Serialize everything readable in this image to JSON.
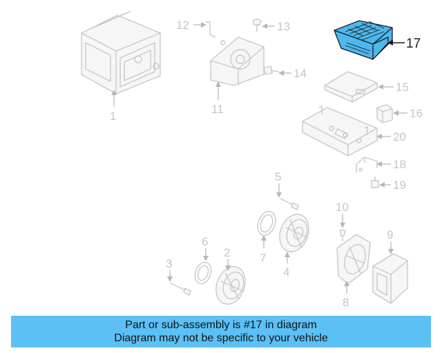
{
  "diagram": {
    "callouts": [
      {
        "id": "c1",
        "label": "1"
      },
      {
        "id": "c2",
        "label": "2"
      },
      {
        "id": "c3",
        "label": "3"
      },
      {
        "id": "c4",
        "label": "4"
      },
      {
        "id": "c5",
        "label": "5"
      },
      {
        "id": "c6",
        "label": "6"
      },
      {
        "id": "c7",
        "label": "7"
      },
      {
        "id": "c8",
        "label": "8"
      },
      {
        "id": "c9",
        "label": "9"
      },
      {
        "id": "c10",
        "label": "10"
      },
      {
        "id": "c11",
        "label": "11"
      },
      {
        "id": "c12",
        "label": "12"
      },
      {
        "id": "c13",
        "label": "13"
      },
      {
        "id": "c14",
        "label": "14"
      },
      {
        "id": "c15",
        "label": "15"
      },
      {
        "id": "c16",
        "label": "16"
      },
      {
        "id": "c17",
        "label": "17"
      },
      {
        "id": "c18",
        "label": "18"
      },
      {
        "id": "c19",
        "label": "19"
      },
      {
        "id": "c20",
        "label": "20"
      }
    ],
    "highlighted_part": "17",
    "highlight_color": "#4db8ee"
  },
  "banner": {
    "line1": "Part or sub-assembly is #17 in diagram",
    "line2": "Diagram may not be specific to your vehicle",
    "color": "#5bc0f5"
  }
}
